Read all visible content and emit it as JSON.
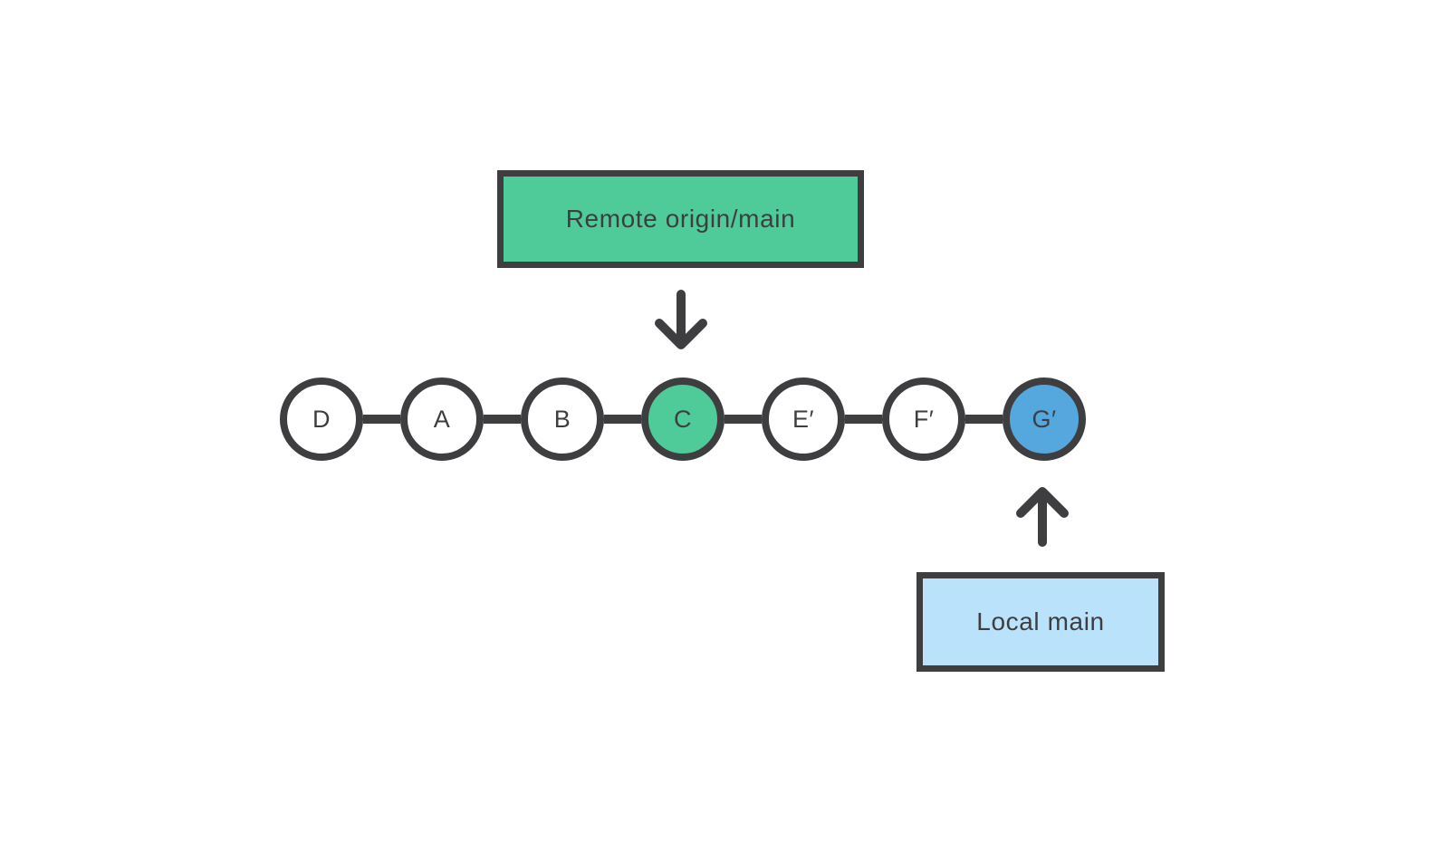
{
  "colors": {
    "ink": "#3e3e40",
    "remote_green": "#4ecb99",
    "local_node_blue": "#54a8de",
    "local_box_blue": "#bae3fb",
    "node_white": "#ffffff",
    "background": "#ffffff"
  },
  "remote_ref": {
    "label": "Remote origin/main"
  },
  "local_ref": {
    "label": "Local main"
  },
  "commits": [
    {
      "id": "D",
      "fill": "#ffffff"
    },
    {
      "id": "A",
      "fill": "#ffffff"
    },
    {
      "id": "B",
      "fill": "#ffffff"
    },
    {
      "id": "C",
      "fill": "#4ecb99"
    },
    {
      "id": "E′",
      "fill": "#ffffff"
    },
    {
      "id": "F′",
      "fill": "#ffffff"
    },
    {
      "id": "G′",
      "fill": "#54a8de"
    }
  ],
  "icons": {
    "arrow_down": "↓",
    "arrow_up": "↑"
  }
}
